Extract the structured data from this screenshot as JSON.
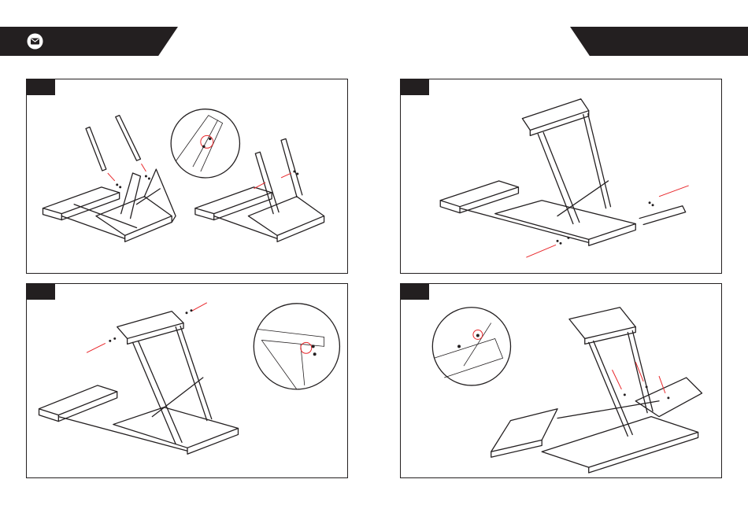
{
  "colors": {
    "banner": "#231f20",
    "arrow": "#e8262a",
    "line": "#231f20"
  },
  "header": {
    "left_icon": "mail-icon"
  },
  "panels": [
    {
      "id": "step-1"
    },
    {
      "id": "step-2"
    },
    {
      "id": "step-3"
    },
    {
      "id": "step-4"
    }
  ]
}
